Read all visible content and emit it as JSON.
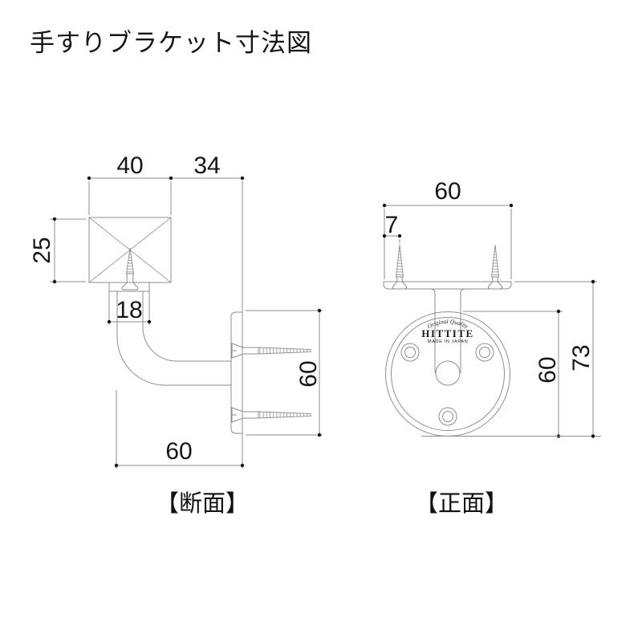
{
  "title": "手すりブラケット寸法図",
  "section_view": {
    "caption": "【断面】",
    "dimensions": {
      "rail_block_width": "40",
      "offset_to_wall": "34",
      "rail_block_height": "25",
      "neck_width": "18",
      "arm_depth": "60",
      "plate_height": "60"
    }
  },
  "front_view": {
    "caption": "【正面】",
    "dimensions": {
      "top_support_width": "60",
      "screw_edge_offset": "7",
      "plate_diameter": "60",
      "overall_height": "73"
    }
  },
  "logo": {
    "tagline": "Original Quality",
    "brand": "HITTITE",
    "origin": "MADE IN JAPAN"
  },
  "colors": {
    "line": "#8e8e8e",
    "ink": "#161616",
    "background": "#ffffff"
  }
}
